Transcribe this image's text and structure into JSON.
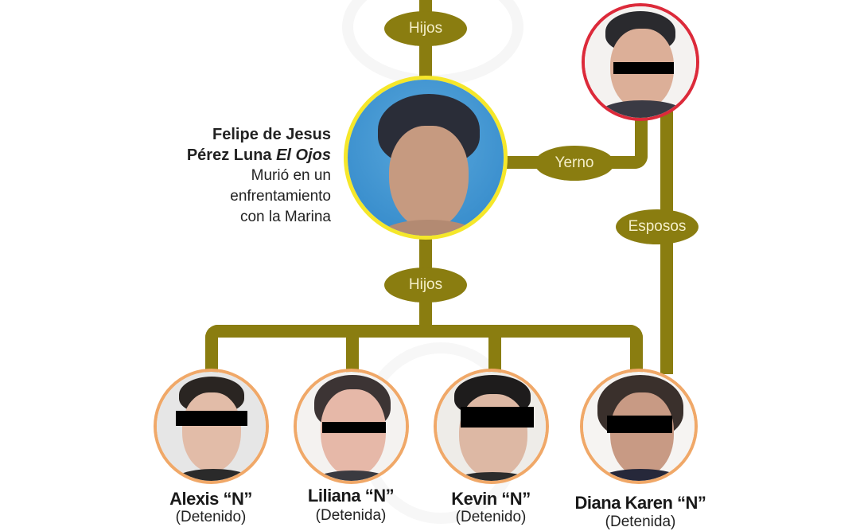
{
  "colors": {
    "connector": "#8a7d10",
    "label_text": "#f4eec8",
    "main_ring": "#f5e72a",
    "relative_ring": "#dc2a3a",
    "detainee_ring": "#f0a868"
  },
  "relationship_labels": {
    "top_hijos": "Hijos",
    "yerno": "Yerno",
    "esposos": "Esposos",
    "bottom_hijos": "Hijos"
  },
  "main_person": {
    "name_line1": "Felipe de Jesus",
    "name_line2_plain": "Pérez Luna ",
    "name_line2_alias": "El Ojos",
    "desc_line1": "Murió en un",
    "desc_line2": "enfrentamiento",
    "desc_line3": "con la Marina",
    "ring_color": "yellow"
  },
  "son_in_law": {
    "ring_color": "red",
    "eyes_censored": true
  },
  "detainees": [
    {
      "name": "Alexis “N”",
      "status": "(Detenido)"
    },
    {
      "name": "Liliana “N”",
      "status": "(Detenida)"
    },
    {
      "name": "Kevin “N”",
      "status": "(Detenido)"
    },
    {
      "name": "Diana Karen “N”",
      "status": "(Detenida)"
    }
  ]
}
